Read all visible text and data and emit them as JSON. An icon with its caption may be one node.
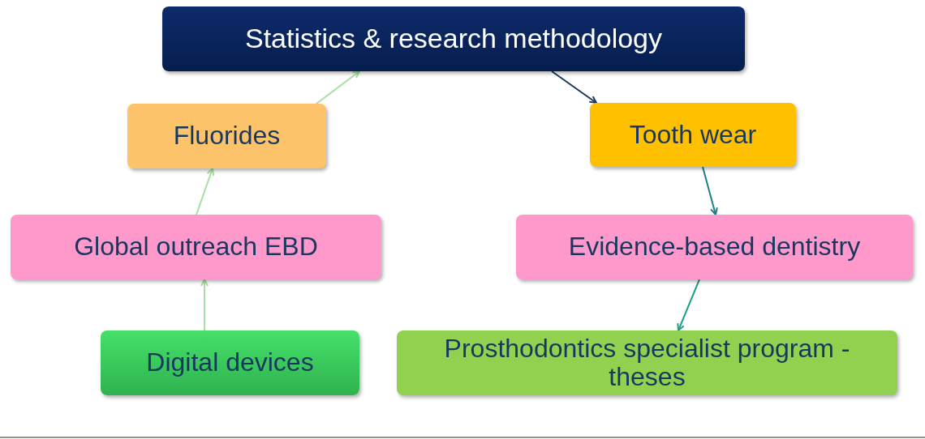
{
  "diagram": {
    "nodes": [
      {
        "text": [
          "Statistics & research methodology"
        ]
      },
      {
        "text": [
          "Fluorides"
        ]
      },
      {
        "text": [
          "Tooth wear"
        ]
      },
      {
        "text": [
          "Global outreach EBD"
        ]
      },
      {
        "text": [
          "Evidence-based dentistry"
        ]
      },
      {
        "text": [
          "Digital devices"
        ]
      },
      {
        "text": [
          "Prosthodontics specialist program - theses"
        ]
      }
    ],
    "edges": [
      {
        "from": 5,
        "to": 3,
        "arrow": "to"
      },
      {
        "from": 3,
        "to": 1,
        "arrow": "to"
      },
      {
        "from": 1,
        "to": 0,
        "arrow": "to"
      },
      {
        "from": 0,
        "to": 2,
        "arrow": "to",
        "color": "#17375e"
      },
      {
        "from": 2,
        "to": 4,
        "arrow": "to",
        "color": "#1f7f86"
      },
      {
        "from": 4,
        "to": 6,
        "arrow": "to",
        "color": "#1f9f8a"
      }
    ]
  }
}
